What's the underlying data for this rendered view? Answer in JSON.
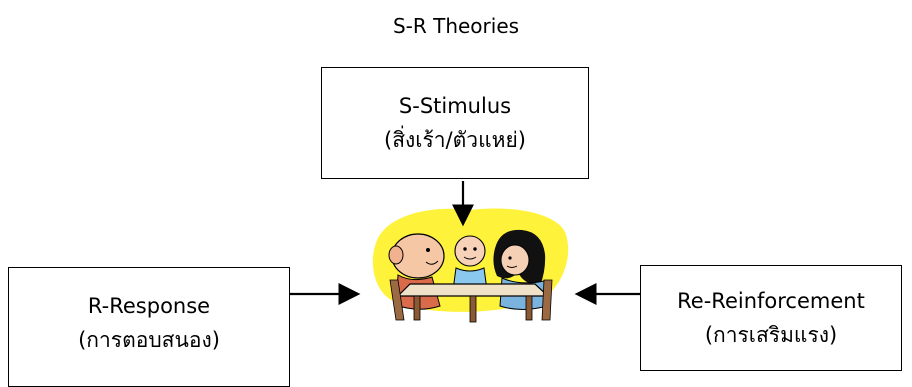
{
  "title": "S-R Theories",
  "stimulus": {
    "line1": "S-Stimulus",
    "line2": "(สิ่งเร้า/ตัวแหย่)"
  },
  "response": {
    "line1": "R-Response",
    "line2": "(การตอบสนอง)"
  },
  "reinforcement": {
    "line1": "Re-Reinforcement",
    "line2": "(การเสริมแรง)"
  },
  "illustration": {
    "description_icon": "family-at-table-illustration",
    "highlight_color": "#fff23a"
  }
}
